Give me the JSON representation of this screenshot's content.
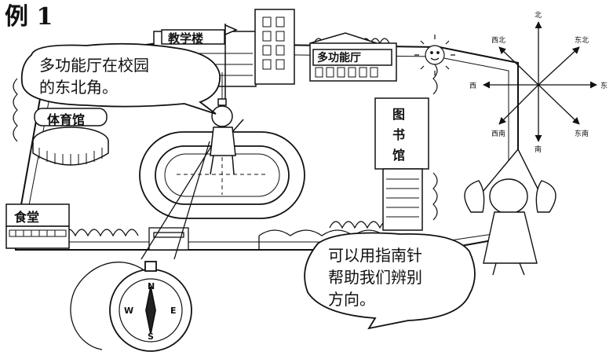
{
  "title": "例 1",
  "bubbles": {
    "top_left": {
      "line1": "多功能厅在校园",
      "line2": "的东北角。"
    },
    "bottom_right": {
      "line1": "可以用指南针",
      "line2": "帮助我们辨别",
      "line3": "方向。"
    }
  },
  "buildings": {
    "teaching": "教学楼",
    "hall": "多功能厅",
    "gym": "体育馆",
    "library": [
      "图",
      "书",
      "馆"
    ],
    "canteen": "食堂"
  },
  "compass_rose": {
    "north": "北",
    "south": "南",
    "east": "东",
    "west": "西",
    "northeast": "东北",
    "northwest": "西北",
    "southeast": "东南",
    "southwest": "西南"
  },
  "compass_letters": {
    "n": "N",
    "s": "S",
    "e": "E",
    "w": "W"
  },
  "colors": {
    "ink": "#111111",
    "paper": "#ffffff",
    "needle": "#222222"
  }
}
